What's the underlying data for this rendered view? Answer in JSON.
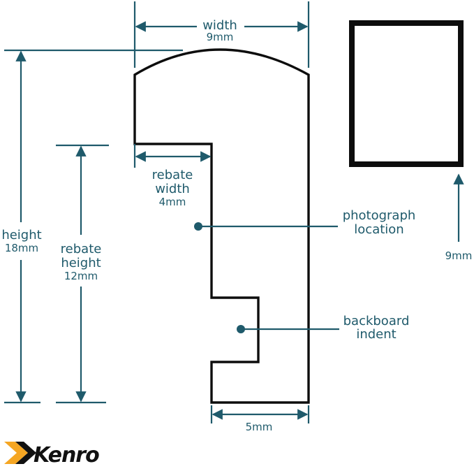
{
  "colors": {
    "dimension": "#1f5a6b",
    "outline": "#0d0d0d",
    "logo_chevron": "#f5a623",
    "logo_text": "#111111"
  },
  "labels": {
    "width": "width",
    "width_value": "9mm",
    "height": "height",
    "height_value": "18mm",
    "rebate_height_line1": "rebate",
    "rebate_height_line2": "height",
    "rebate_height_value": "12mm",
    "rebate_width_line1": "rebate",
    "rebate_width_line2": "width",
    "rebate_width_value": "4mm",
    "photo_line1": "photograph",
    "photo_line2": "location",
    "backboard_line1": "backboard",
    "backboard_line2": "indent",
    "bottom_value": "5mm",
    "side_value": "9mm"
  },
  "logo": {
    "text": "Kenro"
  }
}
